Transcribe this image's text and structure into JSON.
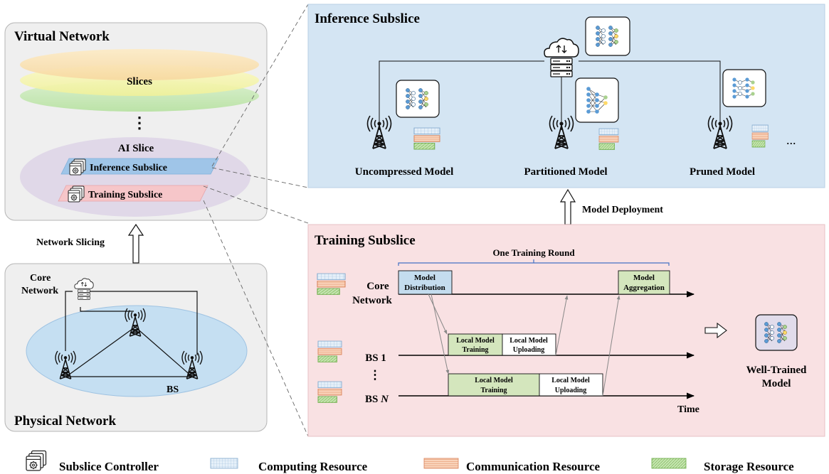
{
  "virtual_network": {
    "title": "Virtual Network",
    "slices_label": "Slices",
    "dots": "⋮",
    "ai_slice_label": "AI Slice",
    "inference_subslice": "Inference Subslice",
    "training_subslice": "Training Subslice"
  },
  "network_slicing_label": "Network Slicing",
  "physical_network": {
    "title": "Physical Network",
    "core_network_line1": "Core",
    "core_network_line2": "Network",
    "bs_label": "BS"
  },
  "inference": {
    "title": "Inference Subslice",
    "models": [
      {
        "label": "Uncompressed Model"
      },
      {
        "label": "Partitioned Model"
      },
      {
        "label": "Pruned Model"
      }
    ],
    "ellipsis": "..."
  },
  "model_deployment_label": "Model Deployment",
  "training": {
    "title": "Training Subslice",
    "round_label": "One Training Round",
    "rows": {
      "core_line1": "Core",
      "core_line2": "Network",
      "bs1": "BS 1",
      "dots": "⋮",
      "bsn_prefix": "BS",
      "bsn_suffix": "N"
    },
    "boxes": {
      "model_distribution": [
        "Model",
        "Distribution"
      ],
      "model_aggregation": [
        "Model",
        "Aggregation"
      ],
      "local_training_1": [
        "Local Model",
        "Training"
      ],
      "local_uploading_1": [
        "Local Model",
        "Uploading"
      ],
      "local_training_n": [
        "Local Model",
        "Training"
      ],
      "local_uploading_n": [
        "Local Model",
        "Uploading"
      ]
    },
    "time_label": "Time",
    "well_trained": [
      "Well-Trained",
      "Model"
    ]
  },
  "legend": {
    "subslice_controller": "Subslice Controller",
    "computing_resource": "Computing Resource",
    "communication_resource": "Communication Resource",
    "storage_resource": "Storage Resource"
  },
  "colors": {
    "inference_bg": "#d4e5f3",
    "training_bg": "#f9e1e3",
    "panel_gray": "#efefef",
    "ai_slice_ellipse": "#ddd4e6",
    "inference_bar": "#9fc5e8",
    "training_bar": "#f6c6c9",
    "computing_fill": "#dce9f5",
    "communication_fill": "#f8c9ab",
    "storage_fill": "#bfe0a6",
    "green_box": "#d4e6bd",
    "blue_box": "#c4dcee"
  }
}
